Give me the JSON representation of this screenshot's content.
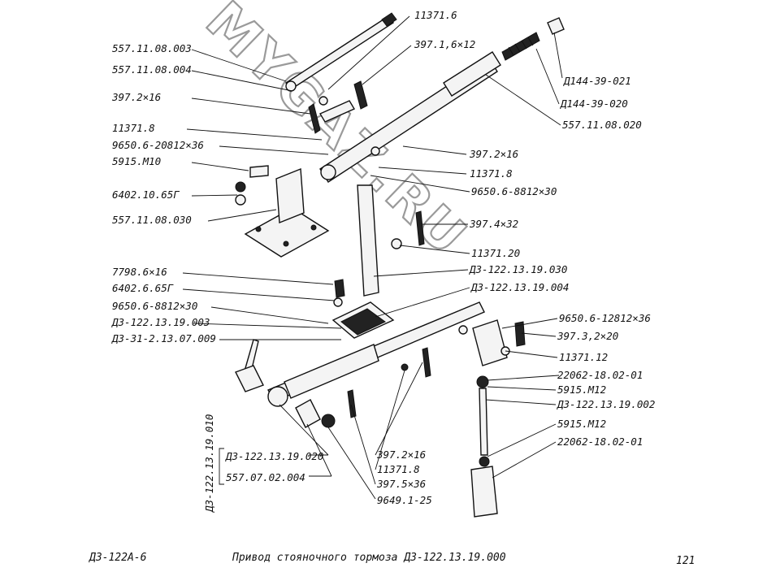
{
  "watermark": "MYGAZ.RU",
  "labels_left": {
    "l1": "557.11.08.003",
    "l2": "557.11.08.004",
    "l3": "397.2×16",
    "l4": "11371.8",
    "l5": "9650.6-20812×36",
    "l6": "5915.M10",
    "l7": "6402.10.65Г",
    "l8": "557.11.08.030",
    "l9": "7798.6×16",
    "l10": "6402.6.65Г",
    "l11": "9650.6-8812×30",
    "l12": "Д3-122.13.19.003",
    "l13": "Д3-31-2.13.07.009"
  },
  "labels_top": {
    "t1": "11371.6",
    "t2": "397.1,6×12"
  },
  "labels_right": {
    "r1": "Д144-39-021",
    "r2": "Д144-39-020",
    "r3": "557.11.08.020",
    "r4": "397.2×16",
    "r5": "11371.8",
    "r6": "9650.6-8812×30",
    "r7": "397.4×32",
    "r8": "11371.20",
    "r9": "Д3-122.13.19.030",
    "r10": "Д3-122.13.19.004",
    "r11": "9650.6-12812×36",
    "r12": "397.3,2×20",
    "r13": "11371.12",
    "r14": "22062-18.02-01",
    "r15": "5915.M12",
    "r16": "Д3-122.13.19.002",
    "r17": "5915.M12",
    "r18": "22062-18.02-01"
  },
  "labels_bottom": {
    "b_vertical": "Д3-122.13.19.010",
    "b1": "Д3-122.13.19.020",
    "b2": "557.07.02.004",
    "b3": "397.2×16",
    "b4": "11371.8",
    "b5": "397.5×36",
    "b6": "9649.1-25"
  },
  "footer": {
    "model": "Д3-122А-6",
    "title": "Привод стояночного тормоза Д3-122.13.19.000",
    "page": "121"
  }
}
